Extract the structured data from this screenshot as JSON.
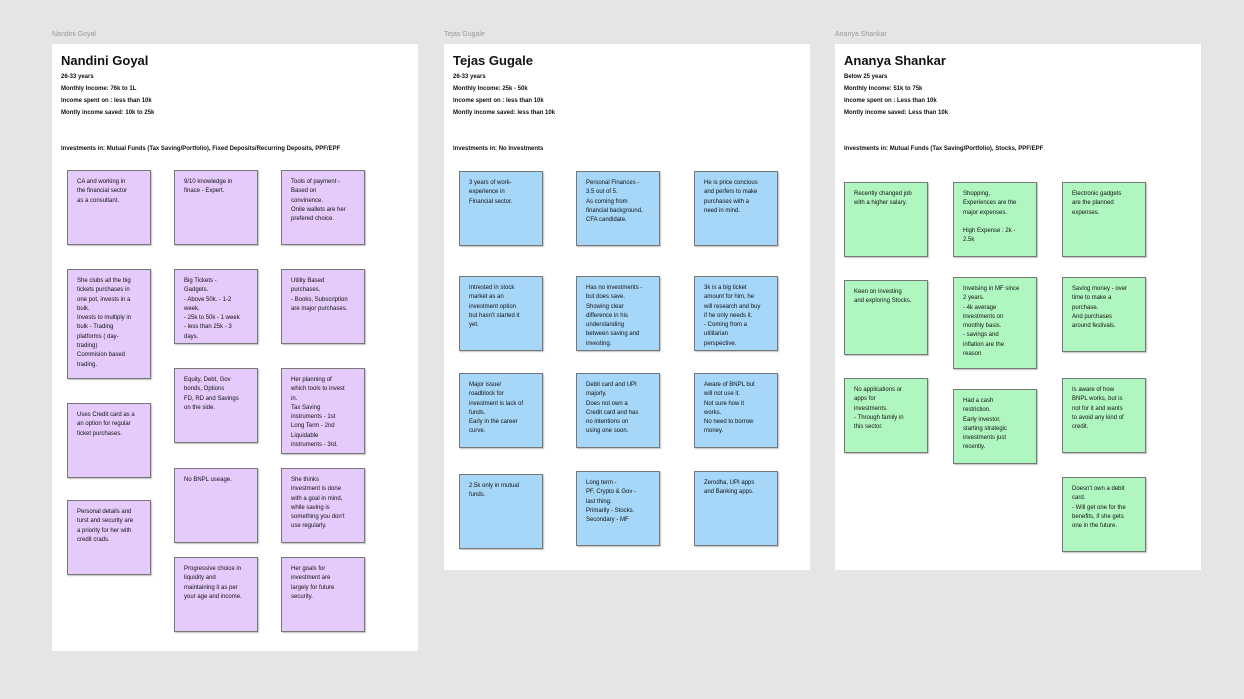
{
  "personas": [
    {
      "frame_label": "Nandini Goyal",
      "name": "Nandini Goyal",
      "age": "26-33 years",
      "income_label": "Monthly Income:",
      "income_value": "76k to 1L",
      "spent_label": "Income spent on :",
      "spent_value": "less than 10k",
      "saved_label": "Montly income saved:",
      "saved_value": "10k to 25k",
      "investments_label": "Investments in:",
      "investments_value": "Mutual Funds (Tax Saving/Portfolio), Fixed Deposits/Recurring Deposits, PPF/EPF",
      "color": "#e4cbfb",
      "notes": [
        "CA and working in\nthe financial sector\nas a consultant.",
        "9/10 knowledge in\nfinace - Expert.",
        "Tools of payment -\nBased on\nconvinence.\nOnile wallets are her\nprefered choice.",
        "She clubs all the big\ntickets purchases in\none pot, invests in a\nbulk.\nInvests to multiply in\nbulk - Trading\nplatforms ( day-\ntrading)\nCommision based\ntrading.",
        "Big Tickets -\nGadgets.\n- Above 50k. - 1-2\nweek.\n- 25k to 50k - 1 week\n- less than 25k - 3\ndays.",
        "Utility Based\npurchases.\n- Books, Subscription\nare major purchases.",
        "Equity, Debt, Gov\nbonds, Options\nFD, RD and Savings\non the side.",
        "Her planning of\nwhich tools to invest\nin.\nTax Saving\ninstruments - 1st\nLong Term - 2nd\nLiquidable\ninstruments - 3rd.",
        "Uses Credit card as a\nan option for regular\nticket purchases.",
        "No BNPL useage.",
        "She thinks\ninvestment is done\nwith a goal in mind,\nwhile saving is\nsomething you don't\nuse regularly.",
        "Personal details and\nturst and security are\na priority for her with\ncredit crads.",
        "Progressive choice in\nliquidity and\nmaintaining it as per\nyour age and income.",
        "Her goals for\ninvestment are\nlargely for future\nsecurity."
      ]
    },
    {
      "frame_label": "Tejas Gugale",
      "name": "Tejas Gugale",
      "age": "26-33 years",
      "income_label": "Monthly Income:",
      "income_value": "25k - 50k",
      "spent_label": "Income spent on :",
      "spent_value": "less than 10k",
      "saved_label": "Montly income saved:",
      "saved_value": "less than 10k",
      "investments_label": "Investments in:",
      "investments_value": "No Investments",
      "color": "#a6d6f8",
      "notes": [
        "3 years of work-\nexperience in\nFinancial sector.",
        "Personal Finances -\n3.5 out of 5.\nAs coming from\nfinancial background,\nCFA candidate.",
        "He is price concious\nand perfers to make\npurchases with a\nneed in mind.",
        "Intrested in stock\nmarket as an\ninvestment option\nbut hasn't started it\nyet.",
        "Has no investments -\nbut does save.\nShowing clear\ndifference in his\nunderstanding\nbetween saving and\ninvesting.",
        "3k is a big ticket\namount for him, he\nwill research and buy\nif he only needs it.\n- Coming from a\nutilitarian\nperspective.",
        "Major issue/\nroadblock for\ninvestment is lack of\nfunds.\nEarly in the career\ncurve.",
        "Debit card and UPI\nmajorly.\nDoes not own a\nCredit card and has\nno intentions on\nusing one soon.",
        "Aware of BNPL but\nwill not use it.\nNot sure how it\nworks.\nNo need to borrow\nmoney.",
        "2.5k only in mutual\nfunds.",
        "Long term -\nPF, Crypto & Gov -\nlast thing.\nPrimarily - Stocks.\nSecondary - MF",
        "Zerodha, UPI apps\nand Banking apps."
      ]
    },
    {
      "frame_label": "Ananya Shankar",
      "name": "Ananya Shankar",
      "age": "Below 25 years",
      "income_label": "Monthly Income:",
      "income_value": "51k to 75k",
      "spent_label": "Income spent on :",
      "spent_value": "Less than 10k",
      "saved_label": "Montly income saved:",
      "saved_value": "Less than 10k",
      "investments_label": "Investments in:",
      "investments_value": "Mutual Funds (Tax Saving/Portfolio), Stocks, PPF/EPF",
      "color": "#b0f6c0",
      "notes": [
        "Recently changed job\nwith a higher salary.",
        "Shopping,\nExperiences are the\nmajor expenses.\n\nHigh Expense : 2k -\n2.5k",
        "Electronic gadgets\nare the planned\nexpenses.",
        "Keen on investing\nand exploring Stocks.",
        "Invetsing in MF since\n2 years.\n- 4k average\ninvestments on\nmonthly basis.\n- savings and\ninflation are the\nreason",
        "Saving money - over\ntime to make a\npurchase.\nAnd purchases\naround festivals.",
        "No applications or\napps for\ninvestments.\n- Through family in\nthis sector.",
        "Had a cash\nrestriction.\nEarly investor,\nstarting strategic\ninvestments just\nrecently.",
        "Is aware of how\nBNPL works, but is\nnot for it and wants\nto avoid any kind of\ncredit.",
        "Doesn't own a debit\ncard.\n- Will get one for the\nbenefits, if she gets\none in the future."
      ]
    }
  ]
}
